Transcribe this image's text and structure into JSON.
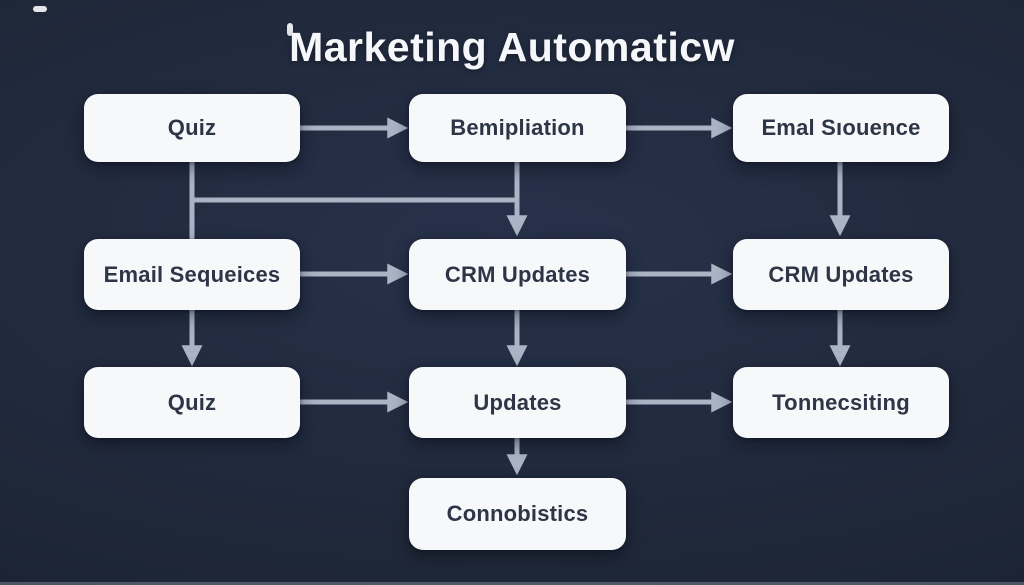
{
  "title": "Marketing Automaticw",
  "colors": {
    "background": "#1f2839",
    "node_fill": "#f7f8fa",
    "node_text": "#2d3547",
    "connector": "#a9b4c5",
    "title_text": "#f5f7fa"
  },
  "nodes": [
    {
      "id": "quiz-top",
      "label": "Quiz",
      "row": 1,
      "col": 1
    },
    {
      "id": "bemipliation",
      "label": "Bemipliation",
      "row": 1,
      "col": 2
    },
    {
      "id": "emal-siouence",
      "label": "Emal Sıouence",
      "row": 1,
      "col": 3
    },
    {
      "id": "email-sequeices",
      "label": "Email Sequeices",
      "row": 2,
      "col": 1
    },
    {
      "id": "crm-updates-center",
      "label": "CRM Updates",
      "row": 2,
      "col": 2
    },
    {
      "id": "crm-updates-right",
      "label": "CRM Updates",
      "row": 2,
      "col": 3
    },
    {
      "id": "quiz-bottom",
      "label": "Quiz",
      "row": 3,
      "col": 1
    },
    {
      "id": "updates",
      "label": "Updates",
      "row": 3,
      "col": 2
    },
    {
      "id": "tonnecsiting",
      "label": "Tonnecsiting",
      "row": 3,
      "col": 3
    },
    {
      "id": "connobistics",
      "label": "Connobistics",
      "row": 4,
      "col": 2
    }
  ],
  "edges": [
    {
      "from": "quiz-top",
      "to": "bemipliation",
      "arrow": true
    },
    {
      "from": "bemipliation",
      "to": "emal-siouence",
      "arrow": true
    },
    {
      "from": "quiz-top",
      "to": "email-sequeices",
      "arrow": false
    },
    {
      "from": "quiz-top",
      "to": "crm-updates-center",
      "arrow": true
    },
    {
      "from": "bemipliation",
      "to": "crm-updates-center",
      "arrow": true
    },
    {
      "from": "emal-siouence",
      "to": "crm-updates-right",
      "arrow": true
    },
    {
      "from": "email-sequeices",
      "to": "crm-updates-center",
      "arrow": true
    },
    {
      "from": "crm-updates-center",
      "to": "crm-updates-right",
      "arrow": true
    },
    {
      "from": "email-sequeices",
      "to": "quiz-bottom",
      "arrow": true
    },
    {
      "from": "crm-updates-center",
      "to": "updates",
      "arrow": true
    },
    {
      "from": "crm-updates-right",
      "to": "tonnecsiting",
      "arrow": true
    },
    {
      "from": "quiz-bottom",
      "to": "updates",
      "arrow": true
    },
    {
      "from": "updates",
      "to": "tonnecsiting",
      "arrow": true
    },
    {
      "from": "updates",
      "to": "connobistics",
      "arrow": true
    }
  ]
}
